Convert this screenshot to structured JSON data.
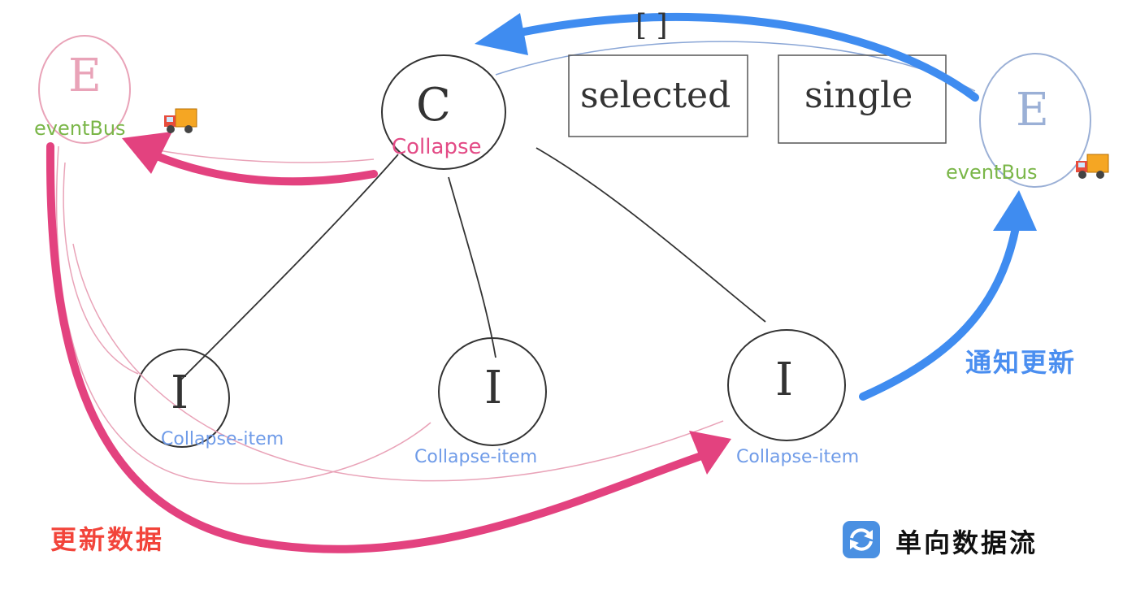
{
  "nodes": {
    "left_bus": {
      "letter": "E",
      "label": "eventBus"
    },
    "right_bus": {
      "letter": "E",
      "label": "eventBus"
    },
    "collapse": {
      "letter": "C",
      "label": "Collapse"
    },
    "items": [
      {
        "letter": "I",
        "label": "Collapse-item"
      },
      {
        "letter": "I",
        "label": "Collapse-item"
      },
      {
        "letter": "I",
        "label": "Collapse-item"
      }
    ]
  },
  "props": {
    "bracket": "[ ]",
    "selected": "selected",
    "single": "single"
  },
  "annotations": {
    "notify_update": "通知更新",
    "update_data": "更新数据",
    "one_way_flow": "单向数据流"
  },
  "icons": {
    "bus": "delivery-truck-icon",
    "flow": "counterclockwise-arrows-icon"
  },
  "colors": {
    "pink_arrow": "#e3427f",
    "blue_arrow": "#3f8cf0",
    "green_label": "#7ab648",
    "blue_label": "#6f9be8",
    "red_text": "#f2443a"
  }
}
